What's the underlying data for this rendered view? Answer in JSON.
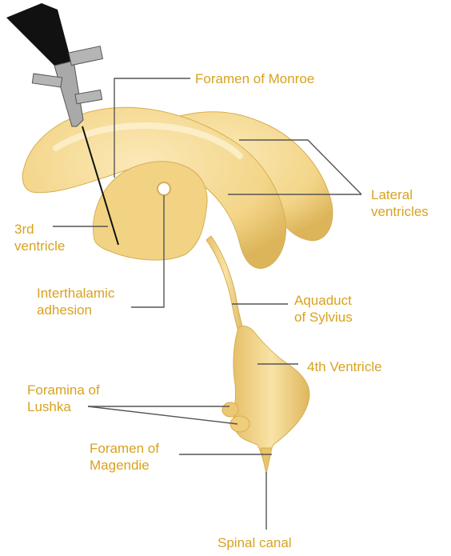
{
  "colors": {
    "label_text": "#d9a21f",
    "leader_line": "#555555",
    "ventricle_fill": "#f3d588",
    "ventricle_light": "#fbe9b8",
    "ventricle_shadow": "#dcb45a",
    "endoscope_handle": "#111111",
    "endoscope_metal": "#a9a9a9",
    "background": "#ffffff"
  },
  "icons": {
    "instrument": "endoscope-icon"
  },
  "labels": {
    "foramen_monroe": "Foramen of Monroe",
    "lateral_ventricles": "Lateral\nventricles",
    "third_ventricle": "3rd\nventricle",
    "interthalamic_adhesion": "Interthalamic\nadhesion",
    "aqueduct_sylvius": "Aquaduct\nof Sylvius",
    "fourth_ventricle": "4th Ventricle",
    "foramina_lushka": "Foramina of\nLushka",
    "foramen_magendie": "Foramen of\nMagendie",
    "spinal_canal": "Spinal canal"
  }
}
